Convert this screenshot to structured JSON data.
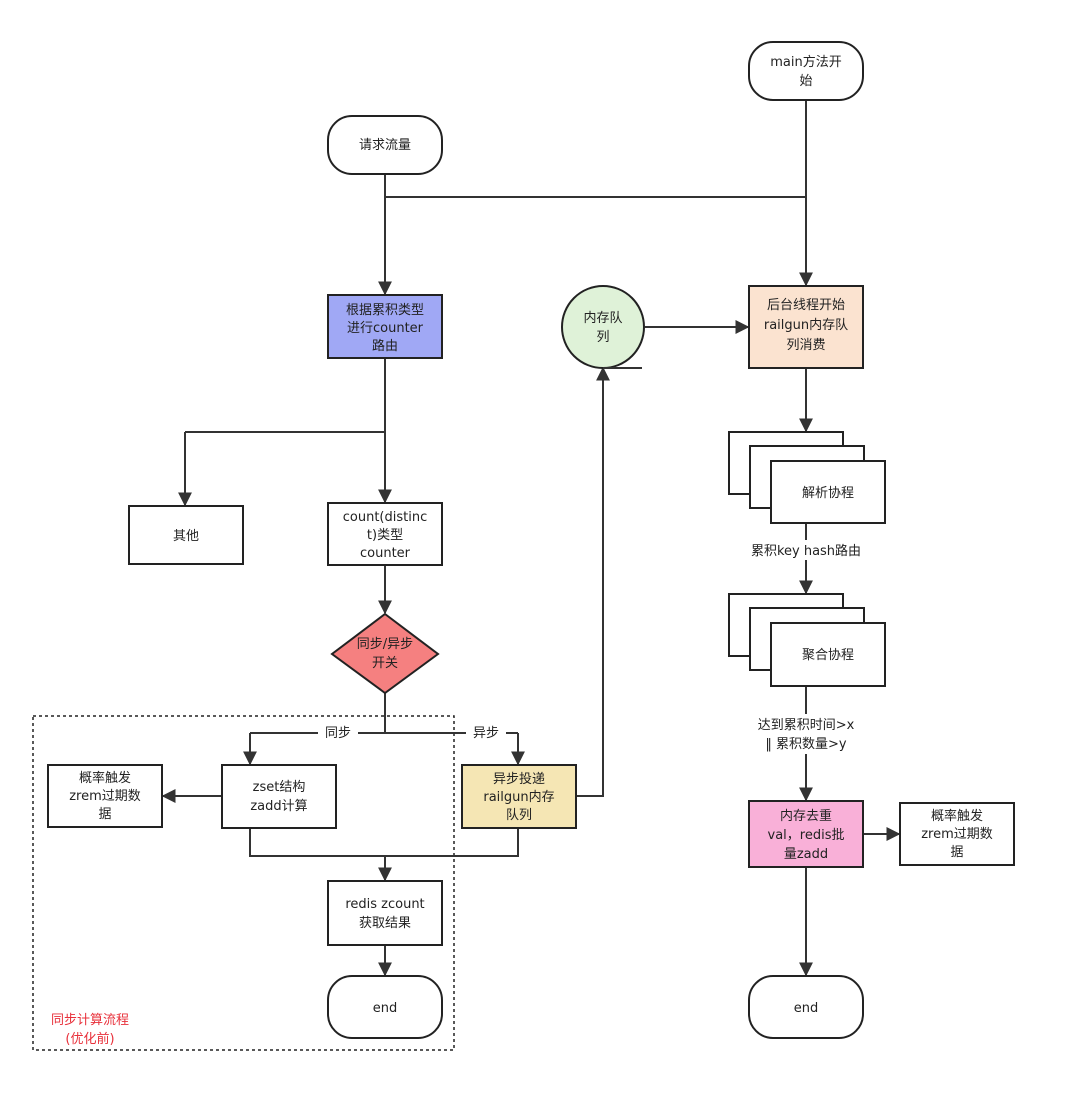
{
  "nodes": {
    "request": "请求流量",
    "main_start_1": "main方法开",
    "main_start_2": "始",
    "route_1": "根据累积类型",
    "route_2": "进行counter",
    "route_3": "路由",
    "queue_1": "内存队",
    "queue_2": "列",
    "bg_1": "后台线程开始",
    "bg_2": "railgun内存队",
    "bg_3": "列消费",
    "other": "其他",
    "count_1": "count(distinc",
    "count_2": "t)类型",
    "count_3": "counter",
    "parse": "解析协程",
    "switch_1": "同步/异步",
    "switch_2": "开关",
    "aggregate": "聚合协程",
    "prob_left_1": "概率触发",
    "prob_left_2": "zrem过期数",
    "prob_left_3": "据",
    "zset_1": "zset结构",
    "zset_2": "zadd计算",
    "async_1": "异步投递",
    "async_2": "railgun内存",
    "async_3": "队列",
    "dedup_1": "内存去重",
    "dedup_2": "val，redis批",
    "dedup_3": "量zadd",
    "prob_right_1": "概率触发",
    "prob_right_2": "zrem过期数",
    "prob_right_3": "据",
    "zcount_1": "redis zcount",
    "zcount_2": "获取结果",
    "end_left": "end",
    "end_right": "end"
  },
  "edges": {
    "hash_route": "累积key hash路由",
    "flush_1": "达到累积时间>x",
    "flush_2": "‖ 累积数量>y",
    "sync": "同步",
    "async": "异步"
  },
  "group": {
    "label_1": "同步计算流程",
    "label_2": "(优化前)"
  },
  "colors": {
    "route_fill": "#a0a8f5",
    "queue_fill": "#dff2d8",
    "bg_fill": "#fbe3d0",
    "switch_fill": "#f58080",
    "async_fill": "#f5e6b4",
    "dedup_fill": "#f9b0d8",
    "group_label": "#e8303a"
  }
}
